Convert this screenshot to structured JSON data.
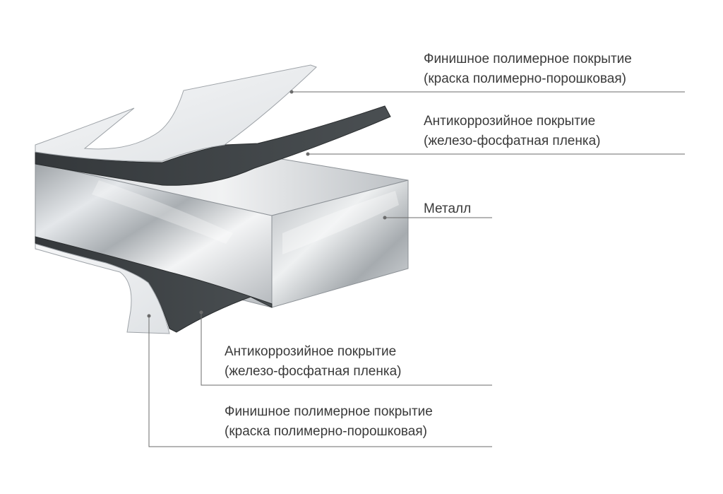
{
  "labels": {
    "finish_top": {
      "line1": "Финишное полимерное покрытие",
      "line2": "(краска полимерно-порошковая)"
    },
    "anticorr_top": {
      "line1": "Антикоррозийное покрытие",
      "line2": "(железо-фосфатная пленка)"
    },
    "metal": {
      "line1": "Металл"
    },
    "anticorr_bottom": {
      "line1": "Антикоррозийное покрытие",
      "line2": "(железо-фосфатная пленка)"
    },
    "finish_bottom": {
      "line1": "Финишное полимерное покрытие",
      "line2": "(краска полимерно-порошковая)"
    }
  },
  "colors": {
    "coating_light": "#eceef0",
    "coating_dark": "#3f4346",
    "metal": "#c8ccd0",
    "leader_line": "#6b6b6b",
    "text": "#3a3a3a"
  }
}
